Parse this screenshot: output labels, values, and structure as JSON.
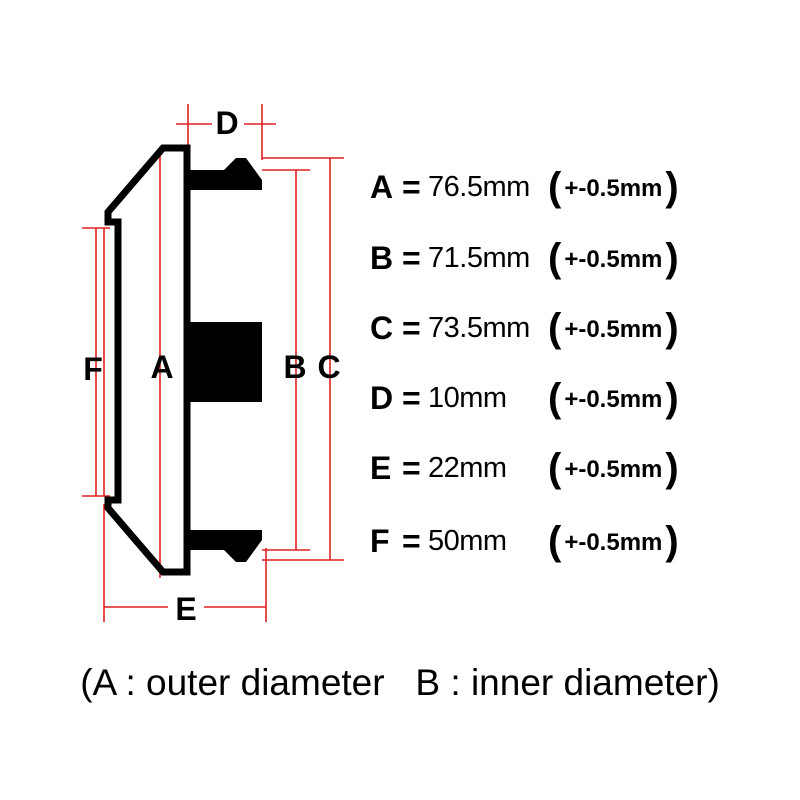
{
  "diagram": {
    "dimension_labels": {
      "A": "A",
      "B": "B",
      "C": "C",
      "D": "D",
      "E": "E",
      "F": "F"
    },
    "colors": {
      "outline": "#000000",
      "dimension_line": "#e02020",
      "text": "#000000",
      "background": "#ffffff"
    }
  },
  "specs": [
    {
      "letter": "A",
      "eq": "=",
      "value": "76.5mm",
      "tolerance": "+-0.5mm"
    },
    {
      "letter": "B",
      "eq": "=",
      "value": "71.5mm",
      "tolerance": "+-0.5mm"
    },
    {
      "letter": "C",
      "eq": "=",
      "value": "73.5mm",
      "tolerance": "+-0.5mm"
    },
    {
      "letter": "D",
      "eq": "=",
      "value": "10mm",
      "tolerance": "+-0.5mm"
    },
    {
      "letter": "E",
      "eq": "=",
      "value": "22mm",
      "tolerance": "+-0.5mm"
    },
    {
      "letter": "F",
      "eq": "=",
      "value": "50mm",
      "tolerance": "+-0.5mm"
    }
  ],
  "caption": "(A : outer diameter   B : inner diameter)"
}
